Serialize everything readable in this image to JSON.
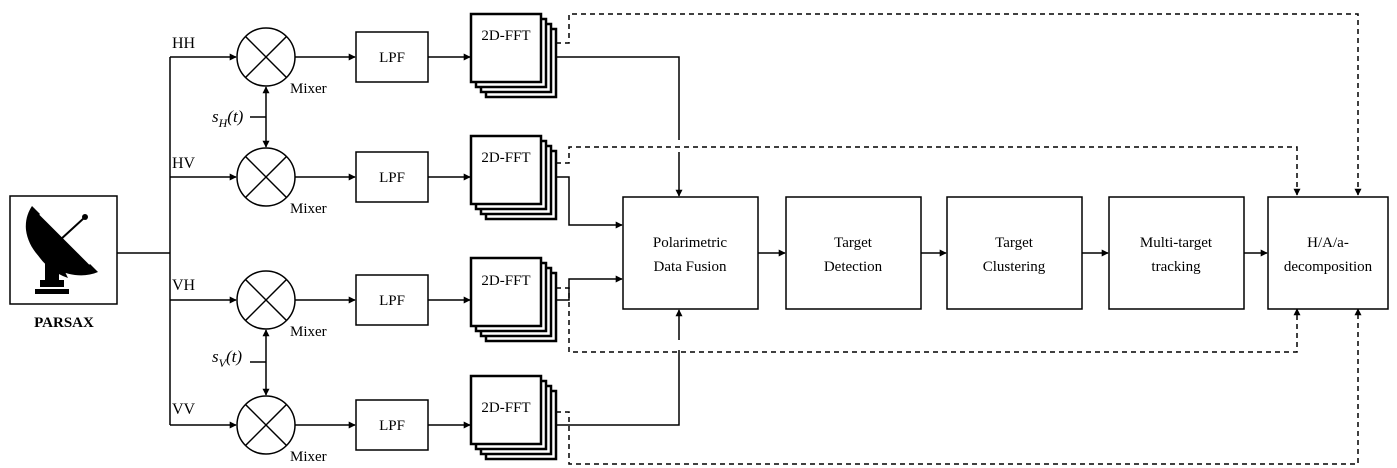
{
  "radar": {
    "label": "PARSAX"
  },
  "channels": [
    {
      "label": "HH"
    },
    {
      "label": "HV"
    },
    {
      "label": "VH"
    },
    {
      "label": "VV"
    }
  ],
  "mixer_label": "Mixer",
  "lpf_label": "LPF",
  "fft_label": "2D-FFT",
  "ref_signals": [
    {
      "base": "s",
      "sub": "H",
      "rest": "(t)"
    },
    {
      "base": "s",
      "sub": "V",
      "rest": "(t)"
    }
  ],
  "pipeline": [
    {
      "line1": "Polarimetric",
      "line2": "Data Fusion"
    },
    {
      "line1": "Target",
      "line2": "Detection"
    },
    {
      "line1": "Target",
      "line2": "Clustering"
    },
    {
      "line1": "Multi-target",
      "line2": "tracking"
    },
    {
      "line1": "H/A/a-",
      "line2": "decomposition"
    }
  ],
  "colors": {
    "stroke": "#000000",
    "background": "#ffffff"
  }
}
